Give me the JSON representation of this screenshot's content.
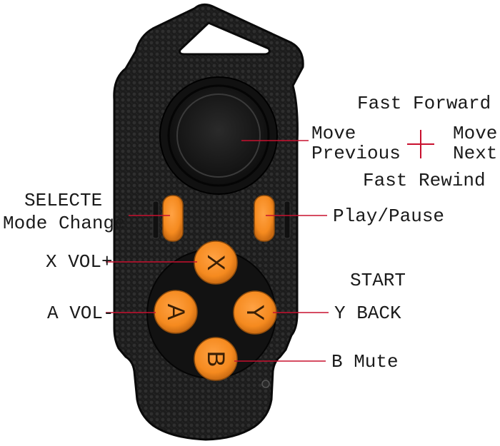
{
  "colors": {
    "body": "#1c1c1c",
    "body_edge": "#0d0d0d",
    "accent": "#f58a1f",
    "accent_dark": "#b35e10",
    "leader": "#c8102e",
    "text": "#1a1a1a"
  },
  "joystick": {
    "up": "Fast Forward",
    "down": "Fast Rewind",
    "left_1": "Move",
    "left_2": "Previous",
    "right_1": "Move",
    "right_2": "Next"
  },
  "side_buttons": {
    "left_1": "SELECTE",
    "left_2": "Mode Change",
    "right": "Play/Pause"
  },
  "face_buttons": {
    "x_letter": "X",
    "a_letter": "A",
    "y_letter": "Y",
    "b_letter": "B",
    "x_label": "X VOL+",
    "a_label": "A VOL-",
    "y_label": "Y BACK",
    "b_label": "B Mute",
    "start_label": "START"
  }
}
